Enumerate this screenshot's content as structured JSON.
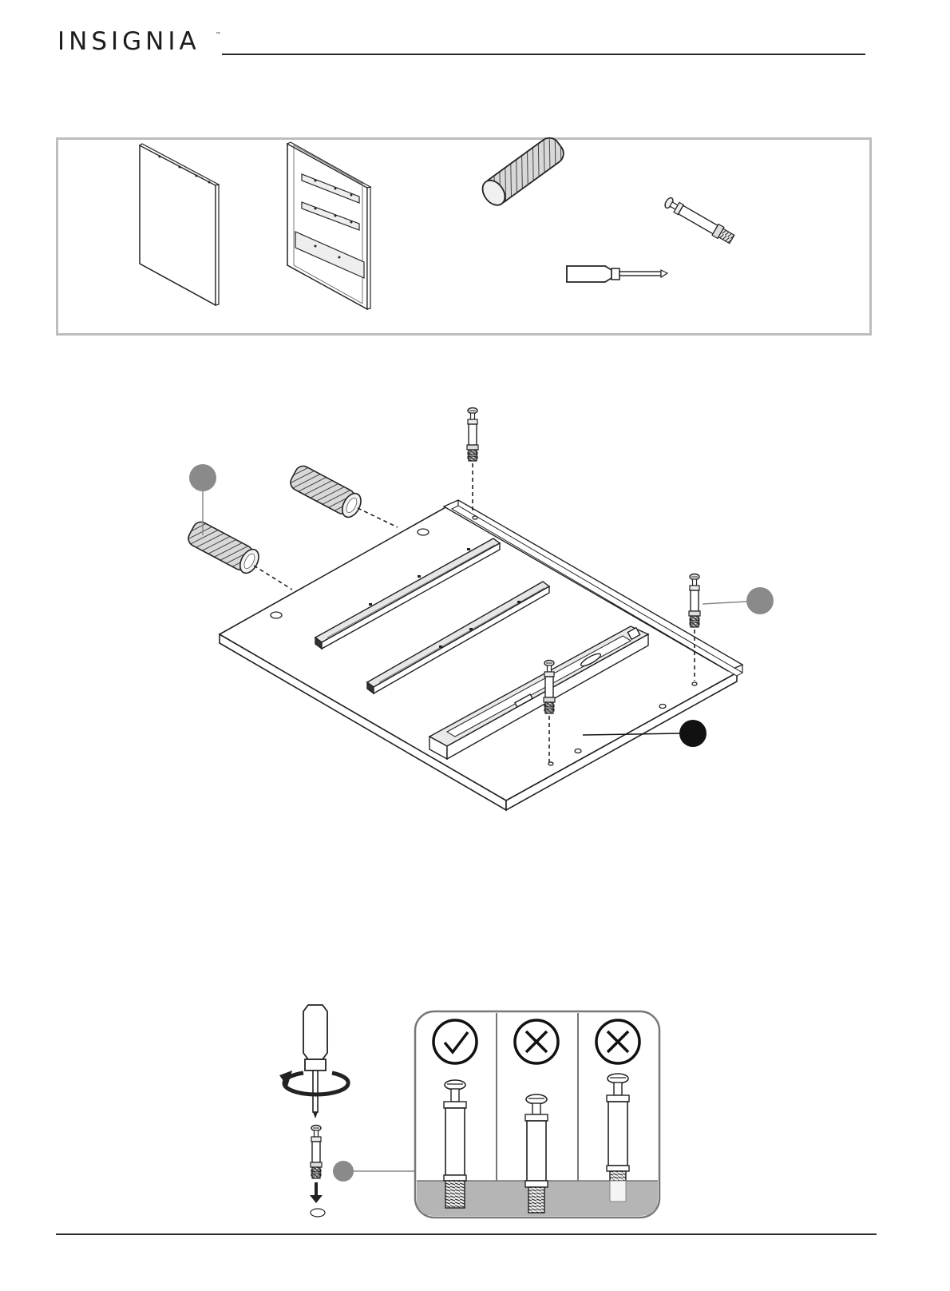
{
  "header": {
    "brand": "INSIGNIA",
    "trademark": "™"
  },
  "parts_list": [
    {
      "name": "panel-plain",
      "icon": "plain-panel-icon"
    },
    {
      "name": "panel-with-slides",
      "icon": "slide-panel-icon"
    },
    {
      "name": "wooden-dowel",
      "icon": "dowel-icon"
    },
    {
      "name": "cam-bolt",
      "icon": "cam-bolt-icon"
    },
    {
      "name": "screwdriver",
      "icon": "screwdriver-icon"
    }
  ],
  "check_panel": {
    "options": [
      {
        "result": "correct",
        "icon": "check-mark-icon"
      },
      {
        "result": "incorrect",
        "icon": "x-mark-icon"
      },
      {
        "result": "incorrect",
        "icon": "x-mark-icon"
      }
    ]
  },
  "colors": {
    "callout_gray": "#8a8a8a",
    "callout_black": "#111111",
    "line": "#222222",
    "box_border": "#bdbdbd",
    "floor_gray": "#b5b5b5"
  }
}
